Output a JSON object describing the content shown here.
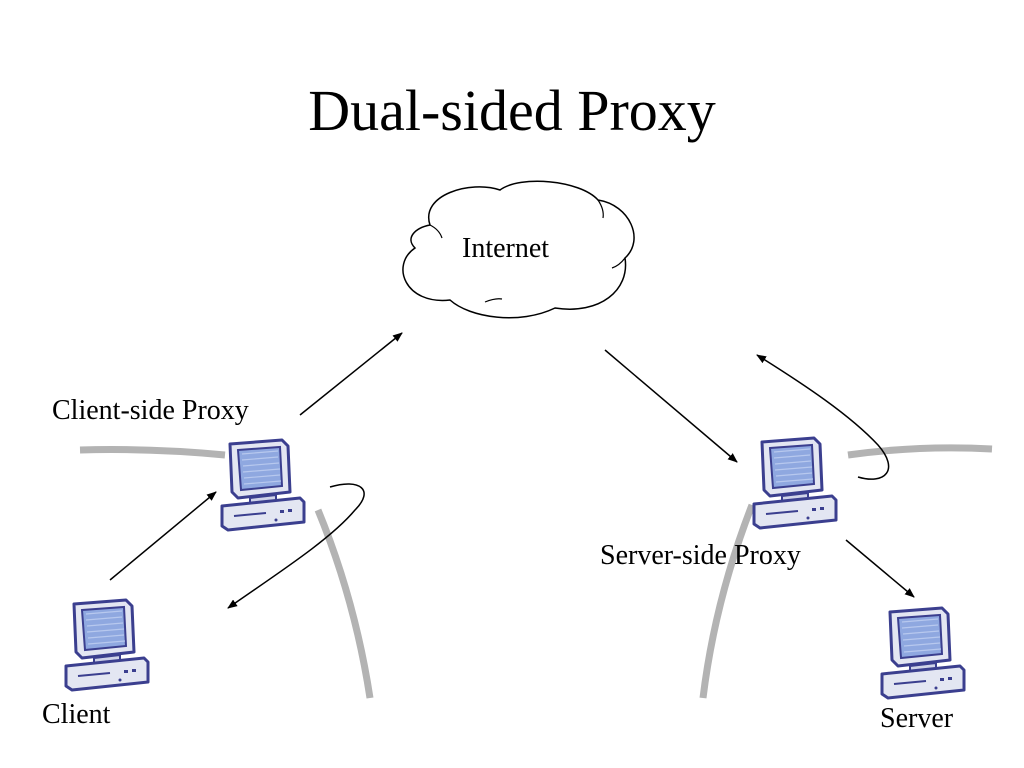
{
  "slide": {
    "title": "Dual-sided Proxy"
  },
  "nodes": {
    "internet": "Internet",
    "client_proxy": "Client-side Proxy",
    "server_proxy": "Server-side Proxy",
    "client": "Client",
    "server": "Server"
  },
  "icons": {
    "cloud": "cloud-icon",
    "computer": "desktop-computer-icon"
  },
  "colors": {
    "monitor_frame": "#e3e6f2",
    "monitor_outline": "#3b3f8f",
    "screen": "#8fa8e0",
    "boundary_line": "#b3b3b3",
    "arrow": "#000000"
  }
}
